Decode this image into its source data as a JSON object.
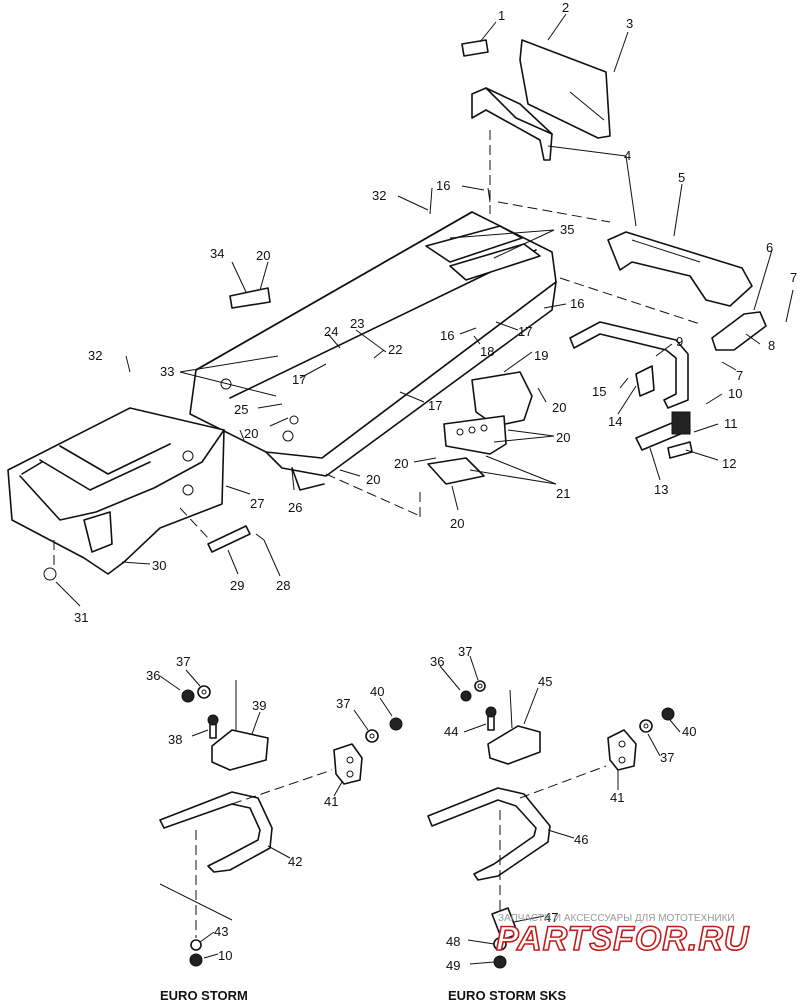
{
  "callouts": [
    {
      "t": "1"
    },
    {
      "t": "2"
    },
    {
      "t": "3"
    },
    {
      "t": "4"
    },
    {
      "t": "5"
    },
    {
      "t": "6"
    },
    {
      "t": "7"
    },
    {
      "t": "7"
    },
    {
      "t": "8"
    },
    {
      "t": "9"
    },
    {
      "t": "10"
    },
    {
      "t": "11"
    },
    {
      "t": "12"
    },
    {
      "t": "13"
    },
    {
      "t": "14"
    },
    {
      "t": "15"
    },
    {
      "t": "16"
    },
    {
      "t": "16"
    },
    {
      "t": "16"
    },
    {
      "t": "17"
    },
    {
      "t": "17"
    },
    {
      "t": "17"
    },
    {
      "t": "18"
    },
    {
      "t": "19"
    },
    {
      "t": "20"
    },
    {
      "t": "20"
    },
    {
      "t": "20"
    },
    {
      "t": "20"
    },
    {
      "t": "20"
    },
    {
      "t": "20"
    },
    {
      "t": "20"
    },
    {
      "t": "21"
    },
    {
      "t": "22"
    },
    {
      "t": "23"
    },
    {
      "t": "24"
    },
    {
      "t": "25"
    },
    {
      "t": "26"
    },
    {
      "t": "27"
    },
    {
      "t": "28"
    },
    {
      "t": "29"
    },
    {
      "t": "30"
    },
    {
      "t": "31"
    },
    {
      "t": "32"
    },
    {
      "t": "32"
    },
    {
      "t": "33"
    },
    {
      "t": "34"
    },
    {
      "t": "35"
    },
    {
      "t": "36"
    },
    {
      "t": "37"
    },
    {
      "t": "38"
    },
    {
      "t": "39"
    },
    {
      "t": "37"
    },
    {
      "t": "40"
    },
    {
      "t": "41"
    },
    {
      "t": "42"
    },
    {
      "t": "43"
    },
    {
      "t": "10"
    },
    {
      "t": "36"
    },
    {
      "t": "37"
    },
    {
      "t": "45"
    },
    {
      "t": "44"
    },
    {
      "t": "40"
    },
    {
      "t": "37"
    },
    {
      "t": "41"
    },
    {
      "t": "46"
    },
    {
      "t": "47"
    },
    {
      "t": "48"
    },
    {
      "t": "49"
    }
  ],
  "captions": {
    "left": "EURO STORM",
    "right": "EURO STORM SKS"
  },
  "watermark": {
    "tagline": "ЗАПЧАСТИ И АКСЕССУАРЫ ДЛЯ МОТОТЕХНИКИ",
    "brand": "PARTSFOR.RU",
    "color": "#c41a1a"
  }
}
